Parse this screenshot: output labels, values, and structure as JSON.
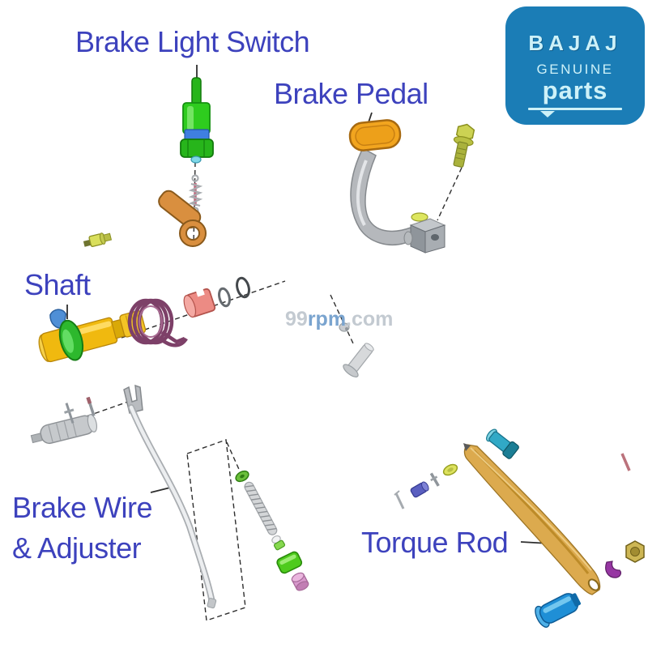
{
  "page": {
    "background": "#ffffff"
  },
  "theme": {
    "label_color": "#3d42bd",
    "guide_line_color": "#2e2e2e"
  },
  "labels": {
    "brake_light_switch": "Brake Light Switch",
    "brake_pedal": "Brake Pedal",
    "shaft": "Shaft",
    "brake_wire_line1": "Brake Wire",
    "brake_wire_line2": "& Adjuster",
    "torque_rod": "Torque Rod"
  },
  "logo": {
    "brand": "BAJAJ",
    "genuine": "GENUINE",
    "parts": "parts",
    "bg_color": "#1b7db6",
    "text_color": "#cdf1f8"
  },
  "watermark": {
    "part1": "99",
    "part2": "rpm",
    "part3": ".com",
    "light_color": "#c3cad1",
    "blue_color": "#7aa4cf"
  },
  "illustration": {
    "parts": [
      {
        "id": "brake-light-switch",
        "label": "Brake Light Switch",
        "primary_color": "#2ecc1e"
      },
      {
        "id": "brake-pedal",
        "label": "Brake Pedal",
        "primary_color": "#f2a51f"
      },
      {
        "id": "shaft",
        "label": "Shaft",
        "primary_color": "#f0b90f"
      },
      {
        "id": "brake-wire-adjuster",
        "label": "Brake Wire & Adjuster",
        "primary_color": "#d7d9db"
      },
      {
        "id": "torque-rod",
        "label": "Torque Rod",
        "primary_color": "#dcaa4e"
      }
    ]
  }
}
